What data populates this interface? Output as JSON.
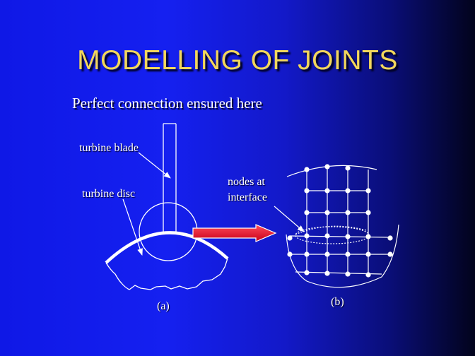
{
  "slide": {
    "title": "MODELLING OF JOINTS",
    "subtitle": "Perfect connection ensured here"
  },
  "diagram_a": {
    "label_blade": "turbine blade",
    "label_disc": "turbine disc",
    "caption": "(a)"
  },
  "diagram_b": {
    "label_nodes_line1": "nodes at",
    "label_nodes_line2": "interface",
    "caption": "(b)"
  },
  "colors": {
    "title": "#f2d75c",
    "arrow": "#e8001c",
    "lines": "#ffffff"
  }
}
